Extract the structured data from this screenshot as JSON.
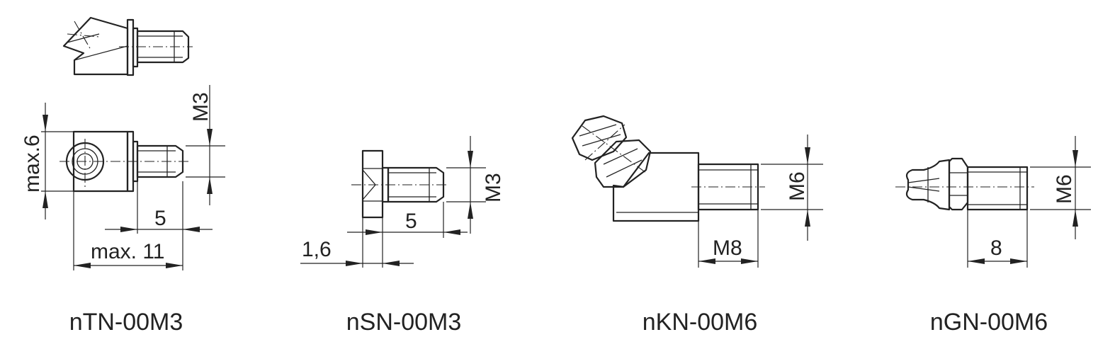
{
  "parts": [
    {
      "id": "nTN",
      "label": "nTN-00M3",
      "dims": {
        "height": "max.6",
        "thread": "M3",
        "thread_length": "5",
        "overall_length": "max. 11"
      }
    },
    {
      "id": "nSN",
      "label": "nSN-00M3",
      "dims": {
        "thread": "M3",
        "thread_length": "5",
        "head_thickness": "1,6"
      }
    },
    {
      "id": "nKN",
      "label": "nKN-00M6",
      "dims": {
        "thread": "M6",
        "hex_size": "M8"
      }
    },
    {
      "id": "nGN",
      "label": "nGN-00M6",
      "dims": {
        "thread": "M6",
        "thread_length": "8"
      }
    }
  ]
}
